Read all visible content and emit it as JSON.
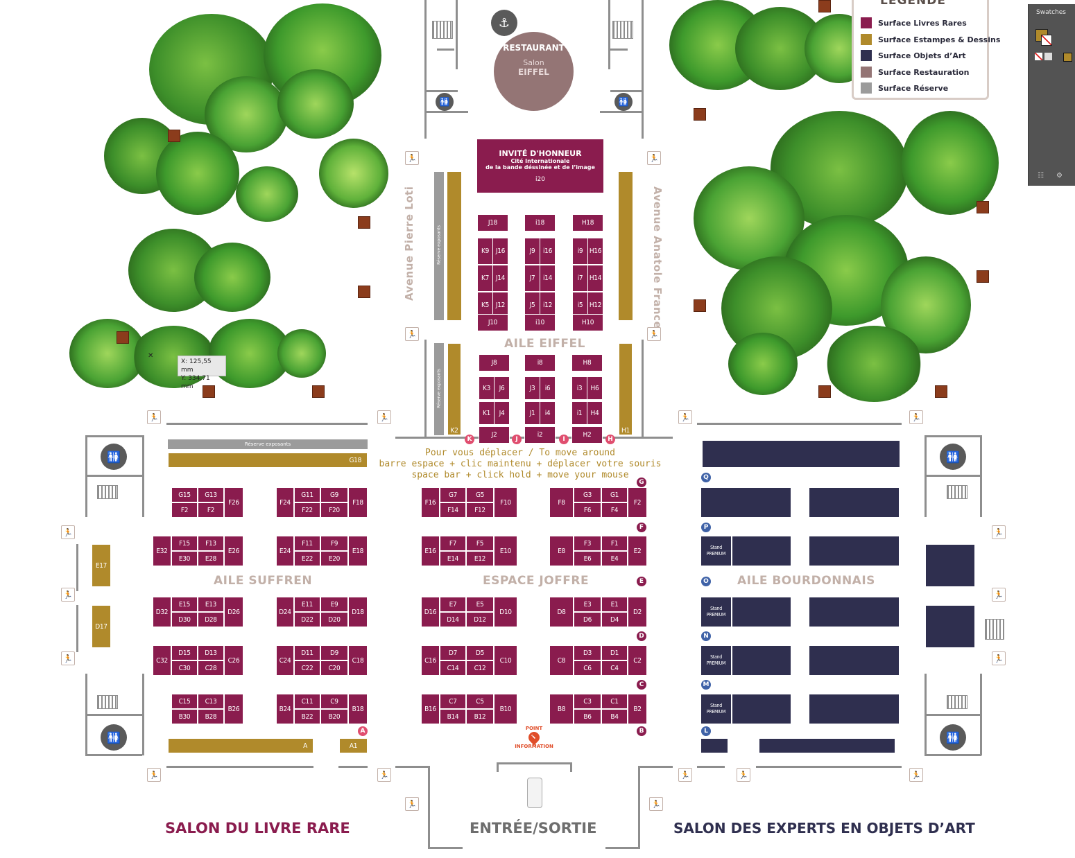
{
  "colors": {
    "livres_rares": "#8a1c4e",
    "estampes": "#b08a2b",
    "objets_art": "#2f2f4f",
    "restauration": "#947575",
    "reserve": "#9b9b9b",
    "walls": "#8e8e8e",
    "labels": "#c2b0a8"
  },
  "legend": {
    "title": "LÉGENDE",
    "items": [
      {
        "label": "Surface Livres Rares",
        "color": "#8a1c4e"
      },
      {
        "label": "Surface Estampes & Dessins",
        "color": "#b08a2b"
      },
      {
        "label": "Surface Objets d’Art",
        "color": "#2f2f4f"
      },
      {
        "label": "Surface Restauration",
        "color": "#947575"
      },
      {
        "label": "Surface Réserve",
        "color": "#9b9b9b"
      }
    ]
  },
  "restaurant": {
    "title": "RESTAURANT",
    "subtitle": "Salon",
    "name": "EIFFEL"
  },
  "honneur": {
    "title": "INVITÉ D'HONNEUR",
    "line1": "Cité Internationale",
    "line2": "de la bande déssinée et de l’image",
    "code": "i20"
  },
  "avenues": {
    "left": "Avenue Pierre Loti",
    "right": "Avenue Anatole France"
  },
  "zones": {
    "eiffel": "AILE EIFFEL",
    "suffren": "AILE SUFFREN",
    "joffre": "ESPACE JOFFRE",
    "bourdonnais": "AILE BOURDONNAIS"
  },
  "reserve_label": "Réserve exposants",
  "stand_premium": {
    "line1": "Stand",
    "line2": "PREMIUM"
  },
  "move_help": {
    "line1": "Pour vous déplacer / To move around",
    "line2": "barre espace + clic maintenu + déplacer votre souris",
    "line3": "space bar + click hold + move your mouse"
  },
  "info_point": {
    "line1": "POINT",
    "icon": "i",
    "line2": "INFORMATION"
  },
  "cursor_readout": {
    "x": "X: 125,55 mm",
    "y": "Y: 334,71 mm"
  },
  "titles": {
    "left": "SALON DU LIVRE RARE",
    "center": "ENTRÉE/SORTIE",
    "right": "SALON DES EXPERTS EN OBJETS D’ART"
  },
  "swatches_panel": {
    "title": "Swatches"
  },
  "row_markers_eiffel": [
    "K",
    "J",
    "I",
    "H"
  ],
  "row_markers_joffre": [
    "G",
    "F",
    "E",
    "D",
    "C",
    "B"
  ],
  "row_markers_bourdonnais": [
    "Q",
    "P",
    "O",
    "N",
    "M",
    "L"
  ],
  "row_marker_a": "A",
  "stands": {
    "eiffel": [
      "J18",
      "i18",
      "H18",
      "K9",
      "J16",
      "J9",
      "i16",
      "i9",
      "H16",
      "K7",
      "J14",
      "J7",
      "i14",
      "i7",
      "H14",
      "K5",
      "J12",
      "J5",
      "i12",
      "i5",
      "H12",
      "J10",
      "i10",
      "H10",
      "J8",
      "i8",
      "H8",
      "K3",
      "J6",
      "J3",
      "i6",
      "i3",
      "H6",
      "K1",
      "J4",
      "J1",
      "i4",
      "i1",
      "H4",
      "J2",
      "i2",
      "H2",
      "K2",
      "H1"
    ],
    "suffren": [
      "G15",
      "G13",
      "F26",
      "F2",
      "F2",
      "F24",
      "G11",
      "G9",
      "F18",
      "F22",
      "F20",
      "E32",
      "F15",
      "F13",
      "E26",
      "E30",
      "E28",
      "E24",
      "F11",
      "F9",
      "E18",
      "E22",
      "E20",
      "D32",
      "E15",
      "E13",
      "D26",
      "D30",
      "D28",
      "D24",
      "E11",
      "E9",
      "D18",
      "D22",
      "D20",
      "C32",
      "D15",
      "D13",
      "C26",
      "C30",
      "C28",
      "C24",
      "D11",
      "D9",
      "C18",
      "C22",
      "C20",
      "C15",
      "C13",
      "B26",
      "B30",
      "B28",
      "B24",
      "C11",
      "C9",
      "B18",
      "B22",
      "B20",
      "G18",
      "A",
      "A1",
      "E17",
      "D17"
    ],
    "joffre": [
      "F16",
      "G7",
      "G5",
      "F10",
      "F14",
      "F12",
      "F8",
      "G3",
      "G1",
      "F2",
      "F6",
      "F4",
      "E16",
      "F7",
      "F5",
      "E10",
      "E14",
      "E12",
      "E8",
      "F3",
      "F1",
      "E2",
      "E6",
      "E4",
      "D16",
      "E7",
      "E5",
      "D10",
      "D14",
      "D12",
      "D8",
      "E3",
      "E1",
      "D2",
      "D6",
      "D4",
      "C16",
      "D7",
      "D5",
      "C10",
      "C14",
      "C12",
      "C8",
      "D3",
      "D1",
      "C2",
      "C6",
      "C4",
      "B16",
      "C7",
      "C5",
      "B10",
      "B14",
      "B12",
      "B8",
      "C3",
      "C1",
      "B2",
      "B6",
      "B4"
    ]
  }
}
